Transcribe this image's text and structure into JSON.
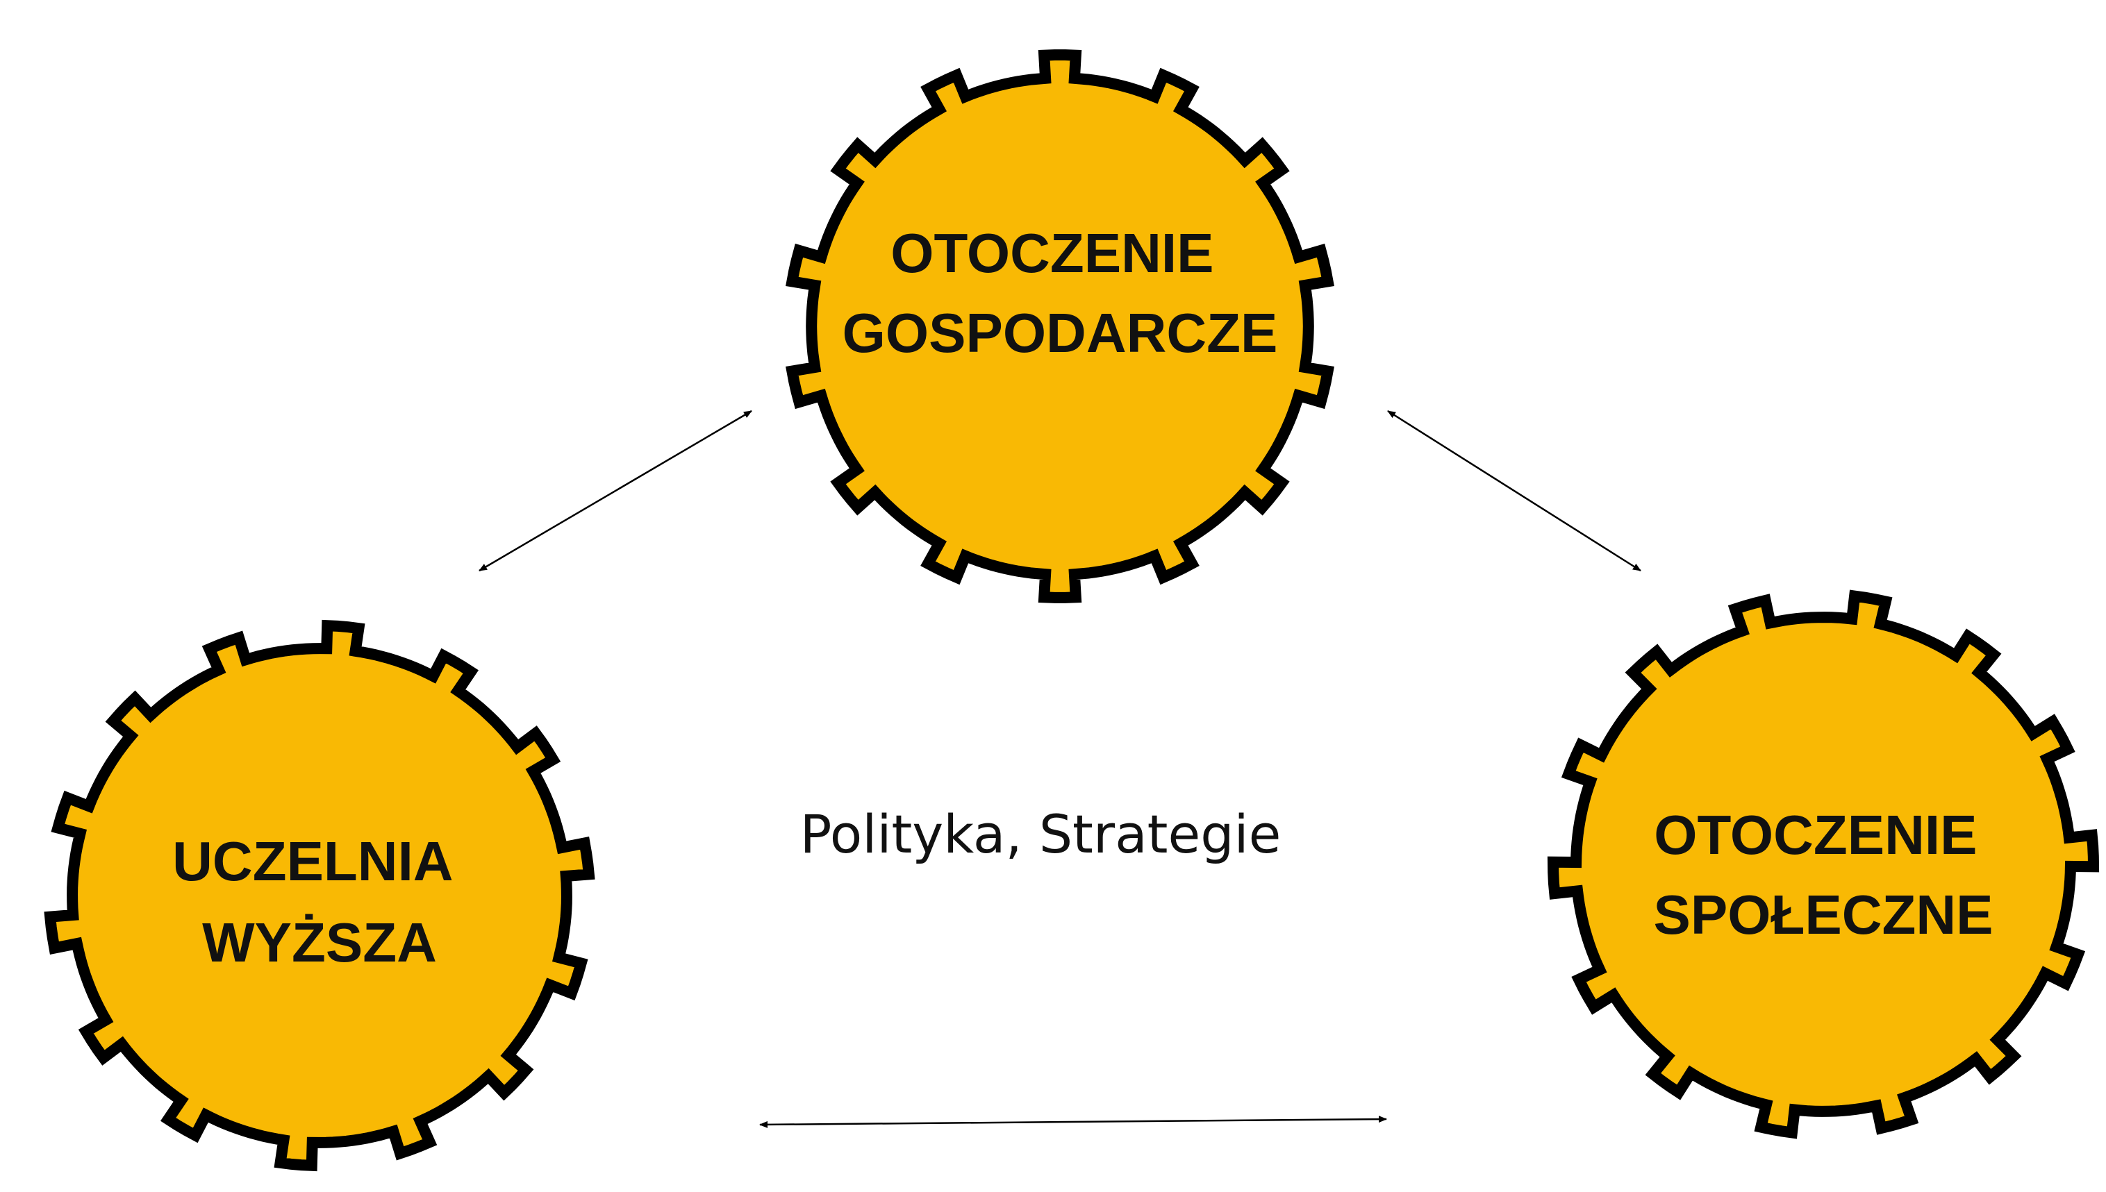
{
  "colors": {
    "gear_fill": "#F9B904",
    "gear_stroke": "#000000",
    "text": "#111111",
    "arrow": "#000000",
    "background": "#FFFFFF"
  },
  "nodes": {
    "economic": {
      "line1": "OTOCZENIE",
      "line2": "GOSPODARCZE",
      "icon": "gear-icon"
    },
    "university": {
      "line1": "UCZELNIA",
      "line2": "WYŻSZA",
      "icon": "gear-icon"
    },
    "social": {
      "line1": "OTOCZENIE",
      "line2": "SPOŁECZNE",
      "icon": "gear-icon"
    }
  },
  "center_label": "Polityka, Strategie",
  "connections": [
    {
      "from": "university",
      "to": "economic",
      "style": "double-arrow"
    },
    {
      "from": "economic",
      "to": "social",
      "style": "double-arrow"
    },
    {
      "from": "university",
      "to": "social",
      "style": "double-arrow"
    }
  ]
}
